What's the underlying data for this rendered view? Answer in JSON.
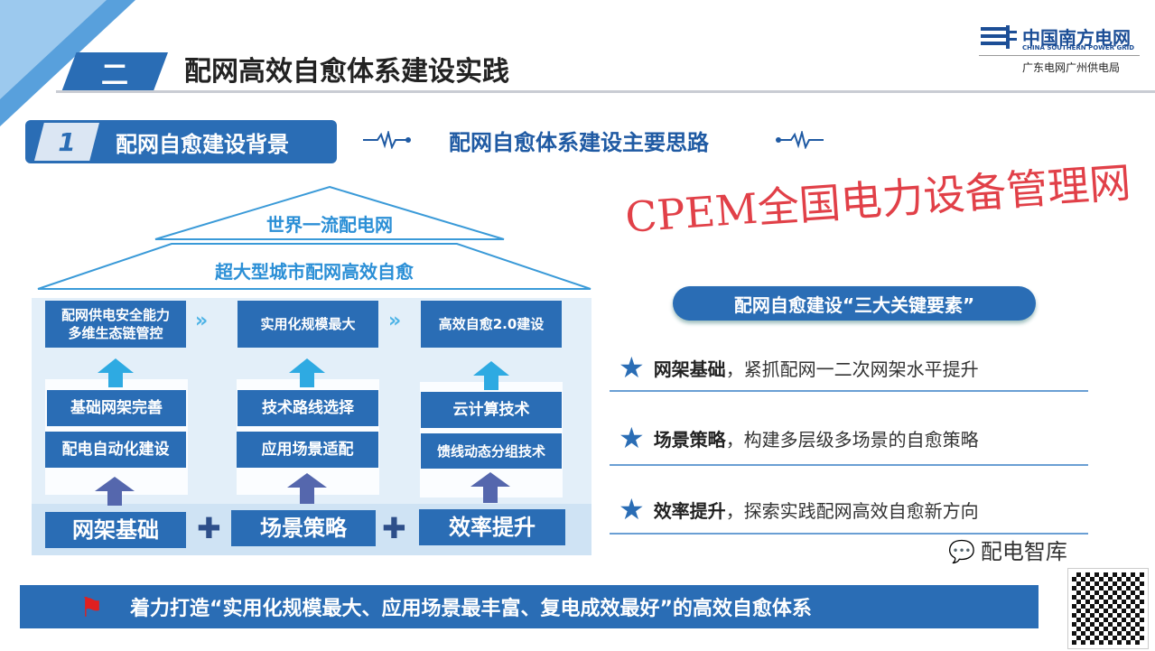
{
  "header": {
    "section_number": "二",
    "title": "配网高效自愈体系建设实践"
  },
  "logo": {
    "name_cn": "中国南方电网",
    "name_en": "CHINA SOUTHERN POWER GRID",
    "subtitle": "广东电网广州供电局"
  },
  "section": {
    "number": "1",
    "label": "配网自愈建设背景",
    "subtitle": "配网自愈体系建设主要思路"
  },
  "house": {
    "roof_top": "世界一流配电网",
    "roof_bottom": "超大型城市配网高效自愈",
    "columns": [
      {
        "goal": "配网供电安全能力多维生态链管控",
        "goal_lines": [
          "配网供电安全能力",
          "多维生态链管控"
        ],
        "items": [
          "基础网架完善",
          "配电自动化建设"
        ],
        "base": "网架基础"
      },
      {
        "goal": "实用化规模最大",
        "items": [
          "技术路线选择",
          "应用场景适配"
        ],
        "base": "场景策略"
      },
      {
        "goal": "高效自愈2.0建设",
        "items": [
          "云计算技术",
          "馈线动态分组技术"
        ],
        "base": "效率提升"
      }
    ],
    "plus": "✚"
  },
  "key_elements": {
    "title": "配网自愈建设“三大关键要素”",
    "items": [
      {
        "bold": "网架基础",
        "text": "，紧抓配网一二次网架水平提升"
      },
      {
        "bold": "场景策略",
        "text": "，构建多层级多场景的自愈策略"
      },
      {
        "bold": "效率提升",
        "text": "，探索实践配网高效自愈新方向"
      }
    ]
  },
  "banner": {
    "text": "着力打造“实用化规模最大、应用场景最丰富、复电成效最好”的高效自愈体系"
  },
  "watermark": "CPEM全国电力设备管理网",
  "wechat": {
    "name": "配电智库"
  },
  "colors": {
    "primary": "#2a6db5",
    "accent": "#4db3e6",
    "watermark": "#dc1e28"
  }
}
